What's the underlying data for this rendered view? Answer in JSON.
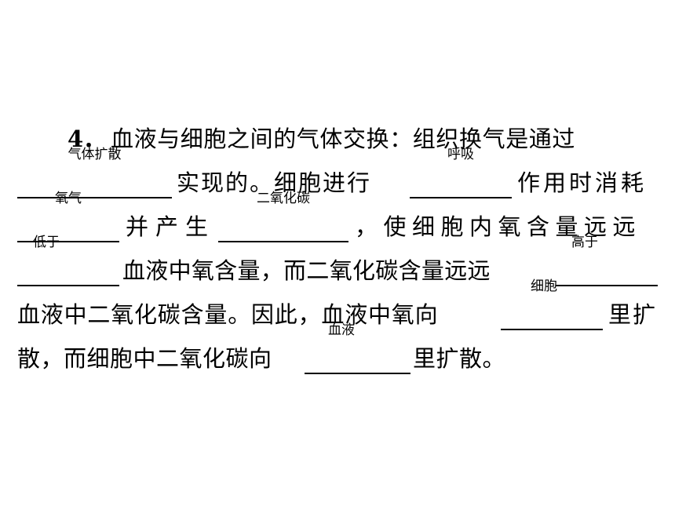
{
  "question": {
    "number": "4．",
    "lines": [
      {
        "segments": [
          {
            "type": "text",
            "text": "血液与细胞之间的气体交换：组织换气是通过"
          }
        ]
      },
      {
        "segments": [
          {
            "type": "blank",
            "answer": "气体扩散"
          },
          {
            "type": "text",
            "text": "实现的。细胞进行"
          },
          {
            "type": "blank",
            "answer": "呼吸"
          },
          {
            "type": "text",
            "text": "作用时消耗"
          }
        ]
      },
      {
        "segments": [
          {
            "type": "blank",
            "answer": "氧气"
          },
          {
            "type": "text",
            "text": "并产生"
          },
          {
            "type": "blank",
            "answer": "二氧化碳"
          },
          {
            "type": "text",
            "text": "，使细胞内氧含量远远"
          }
        ]
      },
      {
        "segments": [
          {
            "type": "blank",
            "answer": "低于"
          },
          {
            "type": "text",
            "text": "血液中氧含量，而二氧化碳含量远远"
          },
          {
            "type": "blank",
            "answer": "高于"
          }
        ]
      },
      {
        "segments": [
          {
            "type": "text",
            "text": "血液中二氧化碳含量。因此，血液中氧向"
          },
          {
            "type": "blank",
            "answer": "细胞"
          },
          {
            "type": "text",
            "text": "里扩"
          }
        ]
      },
      {
        "segments": [
          {
            "type": "text",
            "text": "散，而细胞中二氧化碳向"
          },
          {
            "type": "blank",
            "answer": "血液"
          },
          {
            "type": "text",
            "text": "里扩散。"
          }
        ]
      }
    ]
  }
}
